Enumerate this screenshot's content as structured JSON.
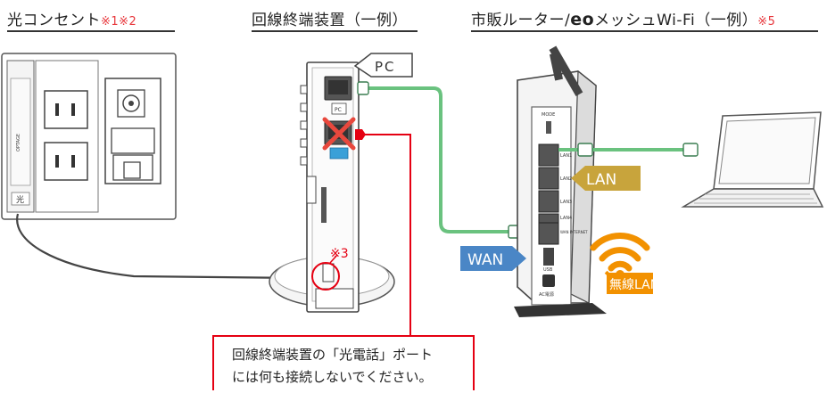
{
  "headers": {
    "outlet": {
      "title": "光コンセント",
      "note": "※1※2"
    },
    "ont": {
      "title": "回線終端装置（一例）"
    },
    "router": {
      "prefix": "市販ルーター/",
      "brand": "eo",
      "suffix": "メッシュWi-Fi（一例）",
      "note": "※5"
    }
  },
  "outlet": {
    "port_label": "光",
    "brand": "OPTAGE"
  },
  "ont": {
    "callout": "PC",
    "port_label": "PC",
    "note_marker": "※3"
  },
  "router": {
    "switch_label": "MODE",
    "ports": [
      "LAN1",
      "LAN2",
      "LAN3",
      "LAN4",
      "WAN INTERNET"
    ],
    "usb_label": "USB",
    "power_label": "AC電源"
  },
  "labels": {
    "lan": "LAN",
    "wan": "WAN",
    "wireless": "無線LAN"
  },
  "warning": {
    "line1": "回線終端装置の「光電話」ポート",
    "line2": "には何も接続しないでください。"
  },
  "colors": {
    "cable": "#6ac27f",
    "warning": "#e50012",
    "lan_tag": "#c8a43c",
    "wan_tag": "#4a86c6",
    "wifi": "#f29100"
  }
}
